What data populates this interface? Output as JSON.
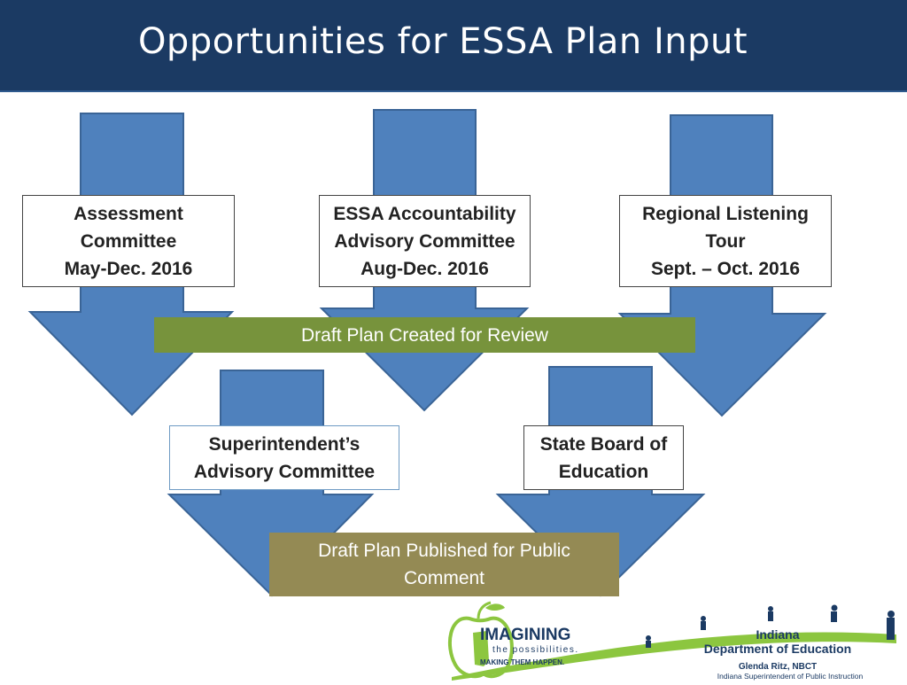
{
  "header": {
    "title": "Opportunities for ESSA Plan Input"
  },
  "colors": {
    "header_bg": "#1b3a63",
    "arrow_fill": "#4f81bd",
    "arrow_stroke": "#3a6496",
    "banner_green": "#77933c",
    "banner_olive": "#948a54"
  },
  "inputs": [
    {
      "line1": "Assessment",
      "line2": "Committee",
      "line3": "May-Dec. 2016"
    },
    {
      "line1": "ESSA Accountability",
      "line2": "Advisory Committee",
      "line3": "Aug-Dec. 2016"
    },
    {
      "line1": "Regional Listening",
      "line2": "Tour",
      "line3": "Sept. – Oct. 2016"
    }
  ],
  "draft_review": "Draft Plan Created for Review",
  "reviewers": [
    {
      "line1": "Superintendent’s",
      "line2": "Advisory Committee"
    },
    {
      "line1": "State Board of",
      "line2": "Education"
    }
  ],
  "draft_public": {
    "line1": "Draft Plan Published for Public",
    "line2": "Comment"
  },
  "footer": {
    "imagining": "IMAGINING",
    "possibilities": "the possibilities.",
    "making": "MAKING THEM HAPPEN.",
    "indiana": "Indiana",
    "department": "Department of Education",
    "name": "Glenda Ritz, NBCT",
    "role": "Indiana Superintendent of Public Instruction"
  }
}
